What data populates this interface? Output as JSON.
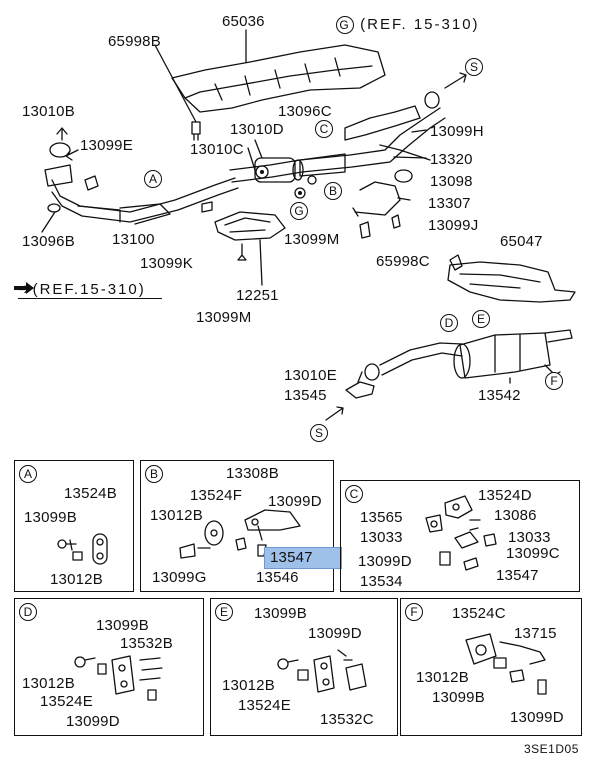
{
  "diagram": {
    "ref_top": "G (REF. 15-310)",
    "ref_top_letter": "G",
    "ref_top_text": "(REF. 15-310)",
    "ref_left": "➔(REF.15-310)",
    "drawing_code": "3SE1D05",
    "highlight_color": "#9fc1e9"
  },
  "labels": {
    "p65036": "65036",
    "p65998B": "65998B",
    "p13010B": "13010B",
    "p13099E": "13099E",
    "p13096C": "13096C",
    "p13010D": "13010D",
    "p13010C": "13010C",
    "p13099H": "13099H",
    "p13320": "13320",
    "p13098": "13098",
    "p13307": "13307",
    "p13099J": "13099J",
    "p13096B": "13096B",
    "p13100": "13100",
    "p13099K": "13099K",
    "p13099M_a": "13099M",
    "p65047": "65047",
    "p65998C": "65998C",
    "p12251": "12251",
    "p13099M_b": "13099M",
    "p13010E": "13010E",
    "p13545": "13545",
    "p13542": "13542"
  },
  "circles": {
    "A": "A",
    "B": "B",
    "C": "C",
    "D": "D",
    "E": "E",
    "F": "F",
    "G": "G",
    "S1": "S",
    "S2": "S"
  },
  "boxes": {
    "A": {
      "tag": "A",
      "l1": "13524B",
      "l2": "13099B",
      "l3": "13012B"
    },
    "B": {
      "tag": "B",
      "l1": "13308B",
      "l2": "13524F",
      "l3": "13099D",
      "l4": "13012B",
      "l5": "13547",
      "l6": "13099G",
      "l7": "13546"
    },
    "C": {
      "tag": "C",
      "l1": "13524D",
      "l2": "13565",
      "l3": "13086",
      "l4": "13033",
      "l5": "13033",
      "l6": "13099D",
      "l7": "13099C",
      "l8": "13534",
      "l9": "13547"
    },
    "D": {
      "tag": "D",
      "l1": "13099B",
      "l2": "13532B",
      "l3": "13012B",
      "l4": "13524E",
      "l5": "13099D"
    },
    "E": {
      "tag": "E",
      "l1": "13099B",
      "l2": "13099D",
      "l3": "13012B",
      "l4": "13524E",
      "l5": "13532C"
    },
    "F": {
      "tag": "F",
      "l1": "13524C",
      "l2": "13715",
      "l3": "13012B",
      "l4": "13099B",
      "l5": "13099D"
    }
  }
}
